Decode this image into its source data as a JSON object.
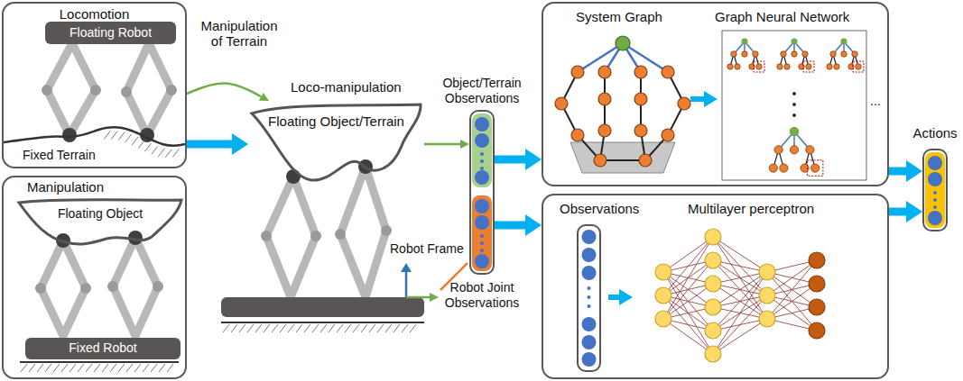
{
  "diagram": {
    "nodes": [
      {
        "text": [
          "Locomotion"
        ]
      },
      {
        "text": [
          "Floating Robot"
        ],
        "in": 0
      },
      {
        "text": [
          "Manipulation"
        ]
      },
      {
        "text": [
          "Floating Object"
        ],
        "in": 2
      },
      {
        "text": [
          "Fixed Robot"
        ],
        "in": 2
      },
      {
        "text": [
          "Floating Object/Terrain"
        ]
      },
      {
        "text": [
          "Object/Terrain Observations",
          "Robot Joint Observations"
        ]
      },
      {
        "text": [
          "System Graph",
          "Graph Neural Network"
        ]
      },
      {
        "text": [
          "Observations",
          "Multilayer perceptron"
        ]
      },
      {
        "text": [
          "Actions"
        ]
      }
    ],
    "edges": [
      {
        "from": 0,
        "to": 5,
        "arrow": "to",
        "label": "Manipulation of Terrain"
      },
      {
        "from": 0,
        "to": 5,
        "arrow": "to"
      },
      {
        "from": 5,
        "to": 6,
        "arrow": "to"
      },
      {
        "from": 6,
        "to": 7,
        "arrow": "to"
      },
      {
        "from": 6,
        "to": 8,
        "arrow": "to"
      },
      {
        "from": 7,
        "to": 9,
        "arrow": "to"
      },
      {
        "from": 8,
        "to": 9,
        "arrow": "to"
      }
    ],
    "labels": [
      "Fixed Terrain",
      "Loco-manipulation",
      "Robot Frame",
      "..."
    ]
  }
}
